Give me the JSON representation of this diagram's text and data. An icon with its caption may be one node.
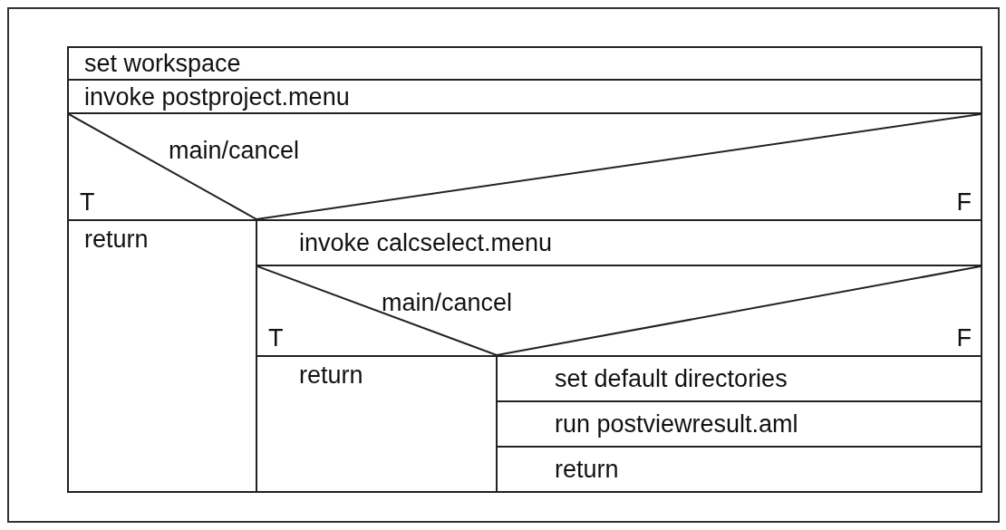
{
  "diagram": {
    "nodes": [
      {
        "text": [
          "set workspace"
        ]
      },
      {
        "text": [
          "invoke postproject.menu"
        ]
      },
      {
        "text": [
          "main/cancel",
          "T",
          "F"
        ]
      },
      {
        "text": [
          "return"
        ]
      },
      {
        "text": [
          "invoke calcselect.menu"
        ]
      },
      {
        "text": [
          "main/cancel",
          "T",
          "F"
        ]
      },
      {
        "text": [
          "return"
        ]
      },
      {
        "text": [
          "set default directories"
        ]
      },
      {
        "text": [
          "run postviewresult.aml"
        ]
      },
      {
        "text": [
          "return"
        ]
      }
    ]
  }
}
